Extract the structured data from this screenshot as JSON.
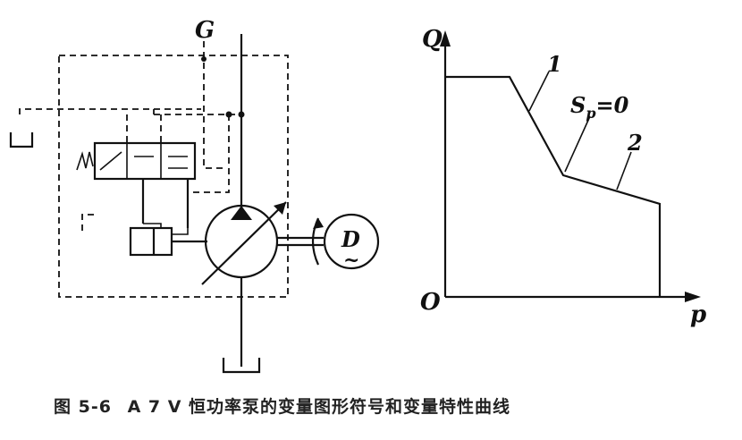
{
  "symbol": {
    "port_label": "G",
    "motor_label": "D",
    "motor_sub": "~"
  },
  "graph": {
    "y_axis_label": "Q",
    "x_axis_label": "p",
    "origin_label": "O",
    "curve_1_label": "1",
    "curve_2_label": "2",
    "sp_label_main": "S",
    "sp_label_sub": "p",
    "sp_label_tail": "=0"
  },
  "caption": {
    "figure_number": "图 5-6",
    "text": "A 7 V 恒功率泵的变量图形符号和变量特性曲线"
  }
}
